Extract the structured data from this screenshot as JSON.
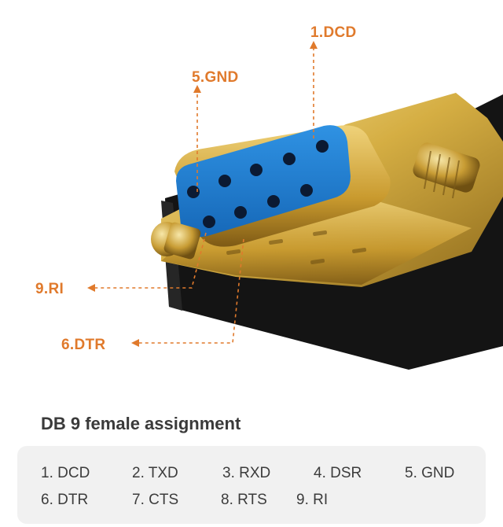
{
  "diagram": {
    "callouts": {
      "dcd": "1.DCD",
      "gnd": "5.GND",
      "ri": "9.RI",
      "dtr": "6.DTR"
    },
    "colors": {
      "callout": "#e07a2c",
      "pin_face": "#1e7fd1",
      "shell": "#d8b44a",
      "body": "#141414"
    }
  },
  "section_title": "DB 9 female assignment",
  "pins": [
    "1. DCD",
    "2. TXD",
    "3. RXD",
    "4. DSR",
    "5. GND",
    "6. DTR",
    "7. CTS",
    "8. RTS",
    "9. RI"
  ]
}
